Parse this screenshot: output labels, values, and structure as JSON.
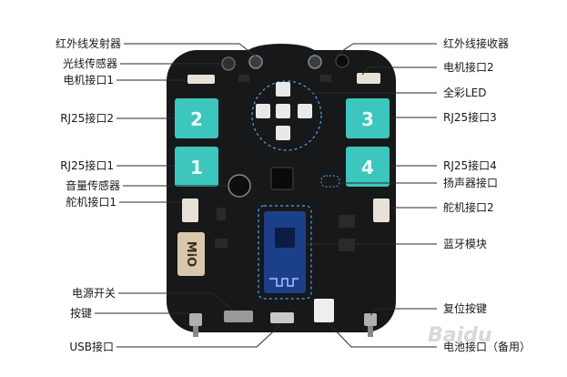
{
  "labels_left": [
    {
      "text": "红外线发射器"
    },
    {
      "text": "光线传感器"
    },
    {
      "text": "电机接口1"
    },
    {
      "text": "RJ25接口2"
    },
    {
      "text": "RJ25接口1"
    },
    {
      "text": "音量传感器"
    },
    {
      "text": "舵机接口1"
    },
    {
      "text": "电源开关"
    },
    {
      "text": "按键"
    },
    {
      "text": "USB接口"
    }
  ],
  "labels_right": [
    {
      "text": "红外线接收器"
    },
    {
      "text": "电机接口2"
    },
    {
      "text": "全彩LED"
    },
    {
      "text": "RJ25接口3"
    },
    {
      "text": "RJ25接口4"
    },
    {
      "text": "扬声器接口"
    },
    {
      "text": "舵机接口2"
    },
    {
      "text": "蓝牙模块"
    },
    {
      "text": "复位按键"
    },
    {
      "text": "电池接口（备用）"
    }
  ],
  "ports": {
    "rj25_1": "1",
    "rj25_2": "2",
    "rj25_3": "3",
    "rj25_4": "4"
  },
  "logo_text": "MiO",
  "watermark": "Baidu",
  "colors": {
    "board": "#161819",
    "teal": "#3cc6bd",
    "connector": "#e8e2d6",
    "line": "#2a2a2a"
  }
}
